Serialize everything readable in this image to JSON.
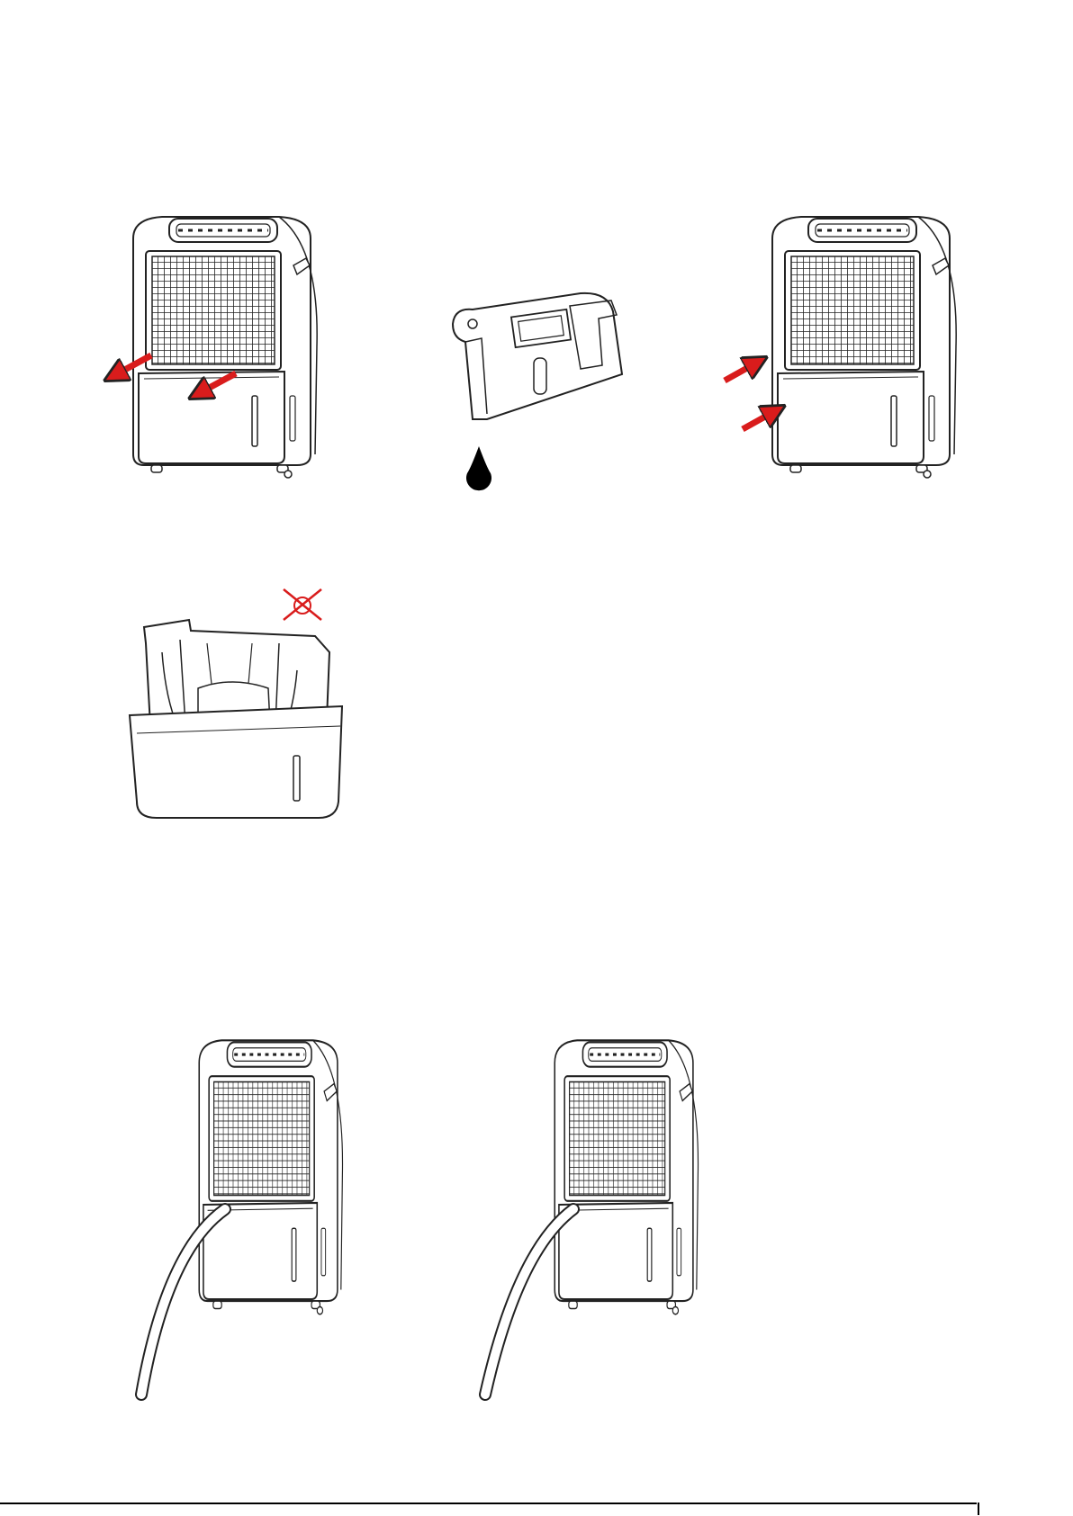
{
  "figures": [
    {
      "id": "remove-tank",
      "icons": [
        "arrow-out-icon",
        "arrow-out-icon"
      ],
      "colors": {
        "arrow": "#d91c1c",
        "line": "#222222"
      }
    },
    {
      "id": "empty-tank",
      "icons": [
        "water-drop-icon"
      ],
      "colors": {
        "drop": "#000000"
      }
    },
    {
      "id": "replace-tank",
      "icons": [
        "arrow-in-icon",
        "arrow-in-icon"
      ],
      "colors": {
        "arrow": "#d91c1c"
      }
    },
    {
      "id": "do-not-remove-float",
      "icons": [
        "prohibited-icon"
      ],
      "colors": {
        "cross": "#d91c1c"
      }
    },
    {
      "id": "hose-with-tank",
      "icons": [
        "drain-hose-icon"
      ]
    },
    {
      "id": "hose-without-tank",
      "icons": [
        "drain-hose-icon"
      ]
    }
  ]
}
